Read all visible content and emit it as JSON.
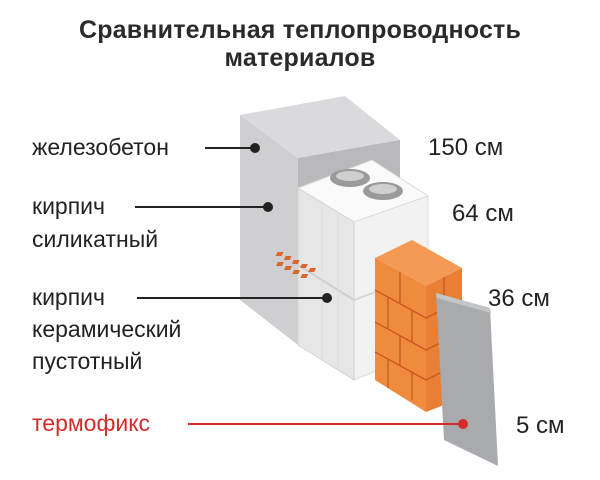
{
  "title": {
    "line1": "Сравнительная теплопроводность",
    "line2": "материалов"
  },
  "materials": [
    {
      "label_lines": [
        "железобетон"
      ],
      "thickness": "150 см",
      "highlight": false
    },
    {
      "label_lines": [
        "кирпич",
        "силикатный"
      ],
      "thickness": "64 см",
      "highlight": false
    },
    {
      "label_lines": [
        "кирпич",
        "керамический",
        "пустотный"
      ],
      "thickness": "36 см",
      "highlight": false
    },
    {
      "label_lines": [
        "термофикс"
      ],
      "thickness": "5 см",
      "highlight": true
    }
  ],
  "colors": {
    "text": "#222222",
    "highlight": "#d42a2a",
    "concrete": "#c8c8ca",
    "silicate_brick": "#f4f4f4",
    "ceramic_brick": "#f08a3c",
    "termofix_panel": "#a9aaad"
  }
}
